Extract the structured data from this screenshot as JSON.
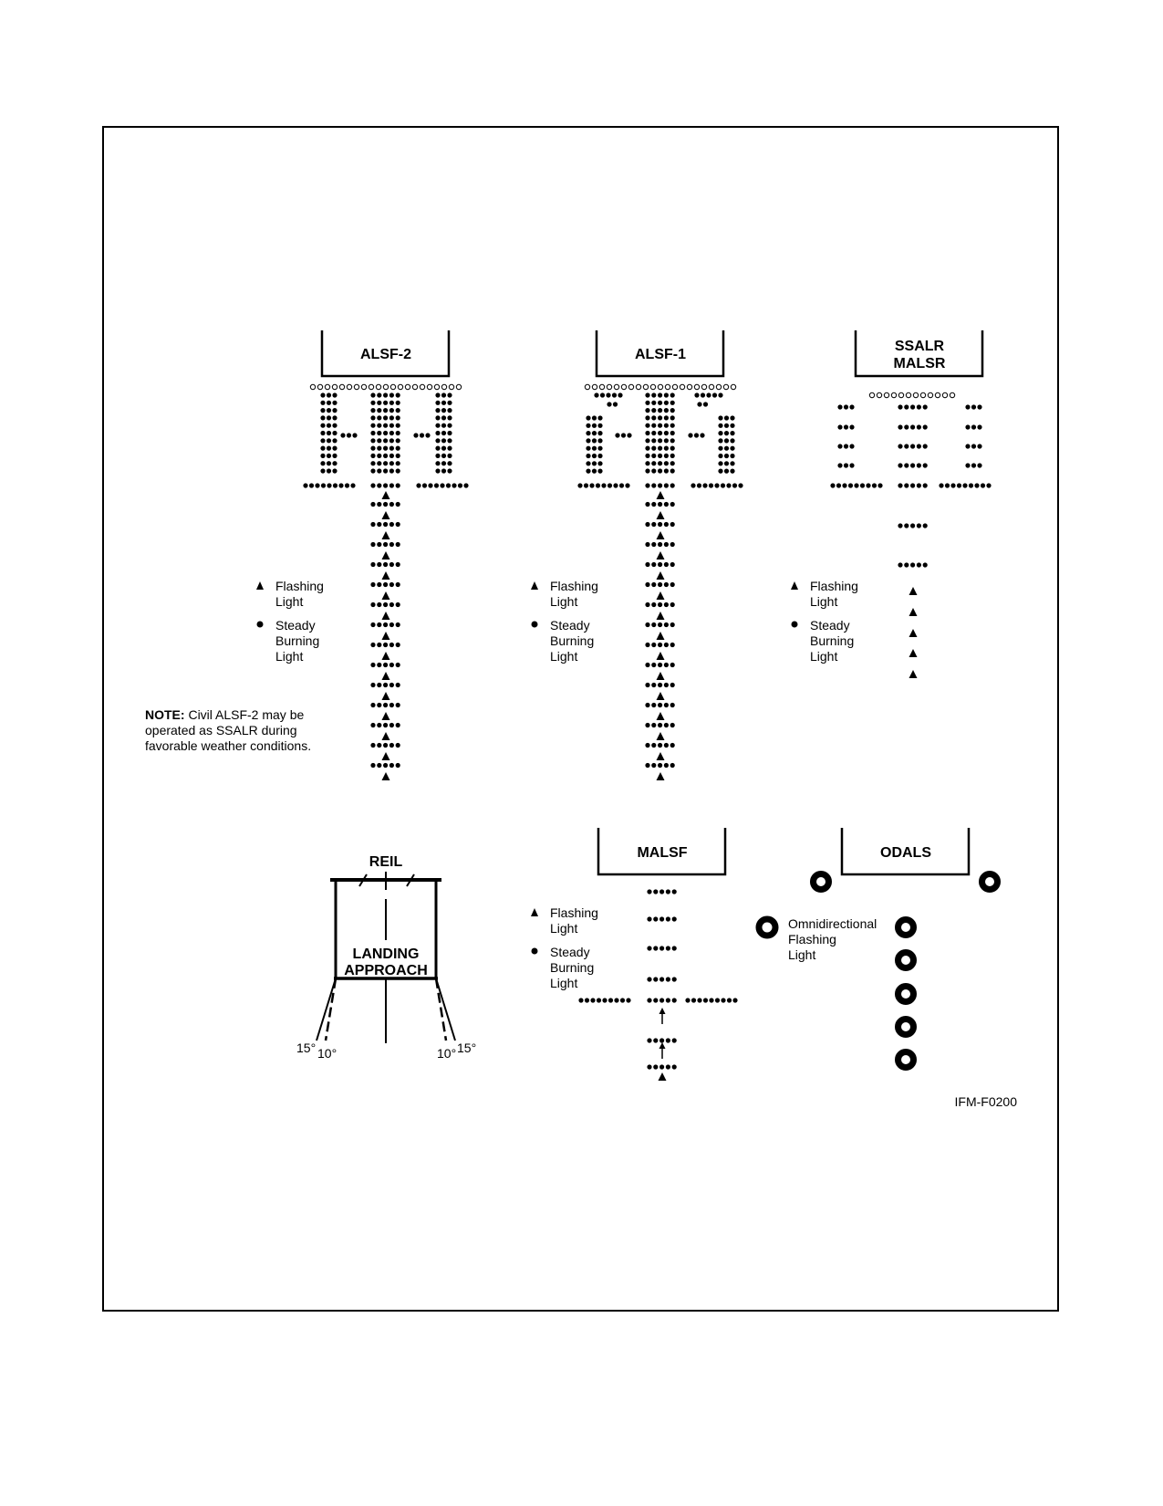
{
  "diagrams": {
    "alsf2": {
      "title": "ALSF-2"
    },
    "alsf1": {
      "title": "ALSF-1"
    },
    "ssalr": {
      "title_line1": "SSALR",
      "title_line2": "MALSR"
    },
    "malsf": {
      "title": "MALSF"
    },
    "odals": {
      "title": "ODALS"
    },
    "reil": {
      "title": "REIL",
      "center_line1": "LANDING",
      "center_line2": "APPROACH",
      "angle_outer": "15°",
      "angle_inner": "10°"
    }
  },
  "legend": {
    "flashing_line1": "Flashing",
    "flashing_line2": "Light",
    "steady_line1": "Steady",
    "steady_line2": "Burning",
    "steady_line3": "Light",
    "omni_line1": "Omnidirectional",
    "omni_line2": "Flashing",
    "omni_line3": "Light"
  },
  "note": {
    "prefix": "NOTE:",
    "line1": " Civil ALSF-2 may be",
    "line2": "operated as SSALR during",
    "line3": "favorable weather conditions."
  },
  "figure_id": "IFM-F0200"
}
